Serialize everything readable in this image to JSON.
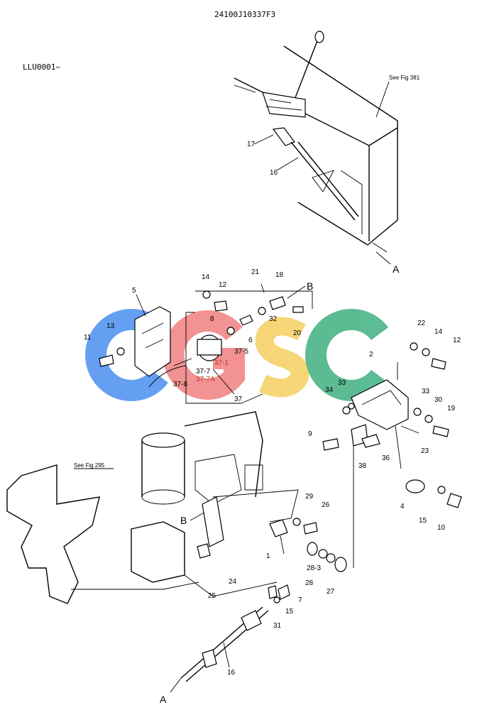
{
  "header": {
    "doc_code": "24100J10337F3",
    "serial": "LLU0001~"
  },
  "references": {
    "see_fig_381": "See Fig 381",
    "see_fig_295": "See Fig 295"
  },
  "view_markers": {
    "a_top": "A",
    "a_bottom": "A",
    "b_top": "B",
    "b_lower": "B"
  },
  "callouts": {
    "c17": "17",
    "c16_top": "16",
    "c21": "21",
    "c18": "18",
    "c14_left": "14",
    "c12_left": "12",
    "c5": "5",
    "c8": "8",
    "c32": "32",
    "c20": "20",
    "c13": "13",
    "c11": "11",
    "c6": "6",
    "c37_5": "37-5",
    "c37_1": "37-1",
    "c37_7": "37-7",
    "c37_7a": "37-7A",
    "c37_8": "37-8",
    "c37": "37",
    "c22": "22",
    "c14_right": "14",
    "c12_right": "12",
    "c2": "2",
    "c34": "34",
    "c33_left": "33",
    "c33_right": "33",
    "c30": "30",
    "c19": "19",
    "c9": "9",
    "c23": "23",
    "c38": "38",
    "c36": "36",
    "c4": "4",
    "c15_right": "15",
    "c10": "10",
    "c29": "29",
    "c26": "26",
    "c1": "1",
    "c28_3": "28-3",
    "c28": "28",
    "c27": "27",
    "c24": "24",
    "c25": "25",
    "c7": "7",
    "c15_low": "15",
    "c31": "31",
    "c16_low": "16"
  },
  "watermark": {
    "letters": [
      "C",
      "G",
      "S",
      "C"
    ],
    "colors": [
      "#4a8ff0",
      "#f08080",
      "#f5d060",
      "#40b080"
    ]
  },
  "highlight_color": "#c0392b"
}
